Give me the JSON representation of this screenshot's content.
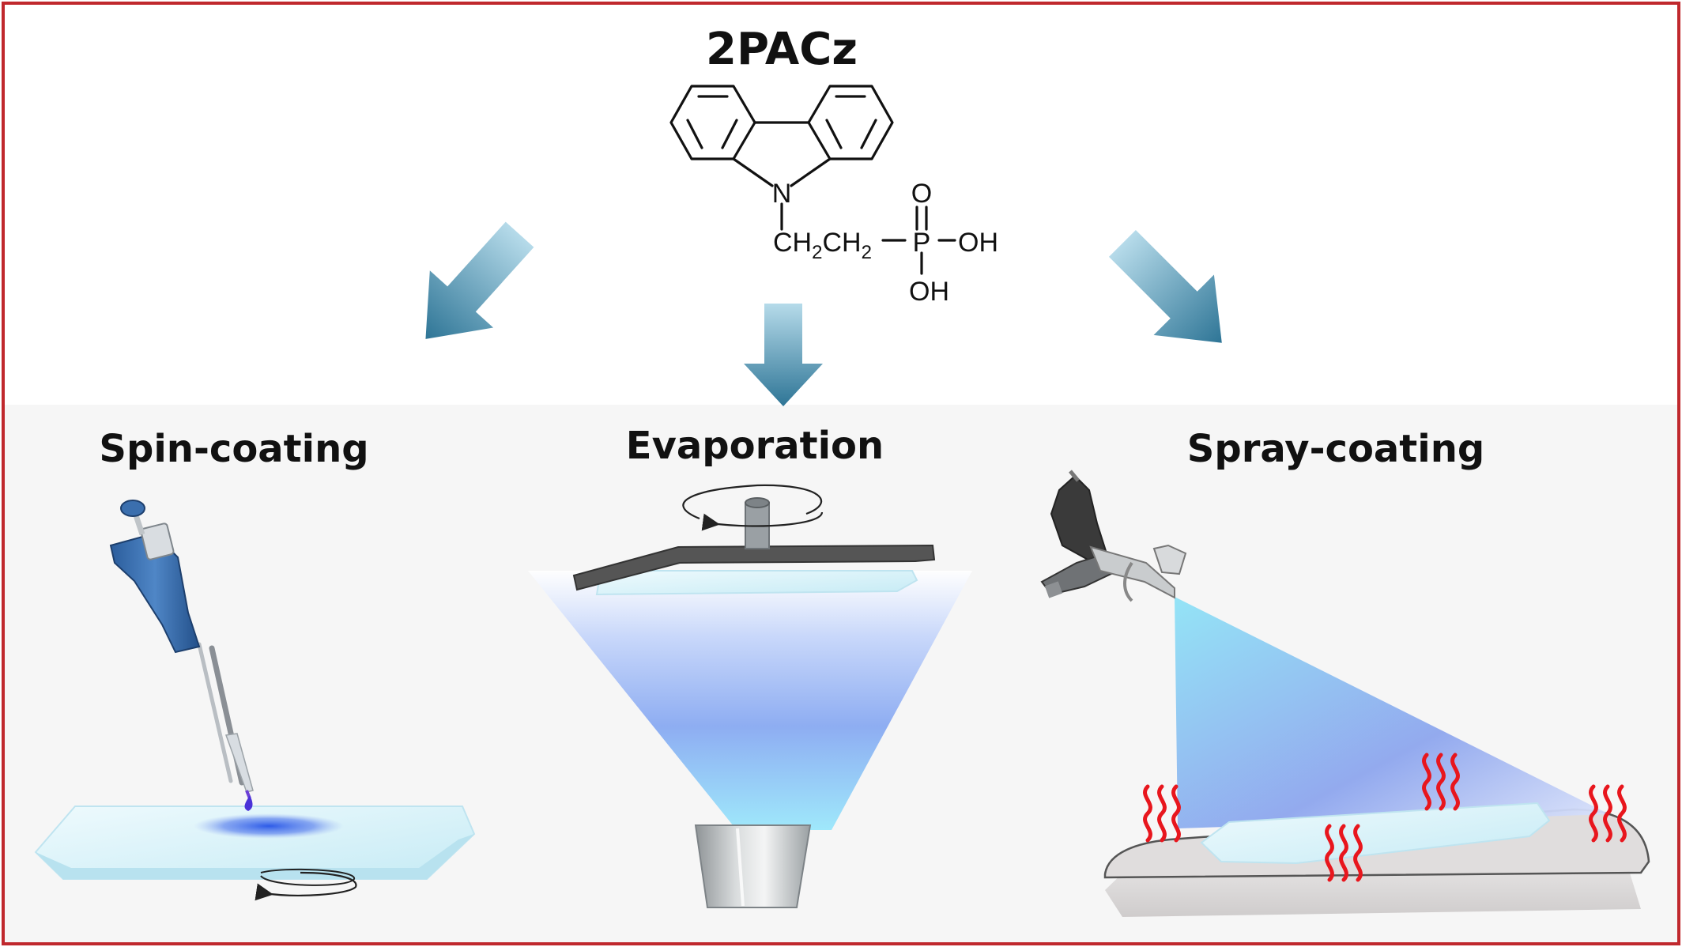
{
  "molecule": {
    "name": "2PACz",
    "atoms": {
      "nitrogen": "N",
      "oxygen": "O",
      "phosphorus": "P",
      "hydroxyl_right": "OH",
      "hydroxyl_bottom": "OH"
    },
    "chain": {
      "ch": "CH",
      "sub": "2"
    }
  },
  "methods": {
    "left": "Spin-coating",
    "center": "Evaporation",
    "right": "Spray-coating"
  },
  "colors": {
    "frame": "#c0282d",
    "panel_background": "#f6f6f6",
    "arrow_dark": "#2e7596",
    "arrow_light": "#b6dbea",
    "glass": "#dff4fa",
    "heat_lines": "#e8161d",
    "evaporation_plume": "#8eadf2",
    "spray_plume": "#8fe3f6"
  }
}
